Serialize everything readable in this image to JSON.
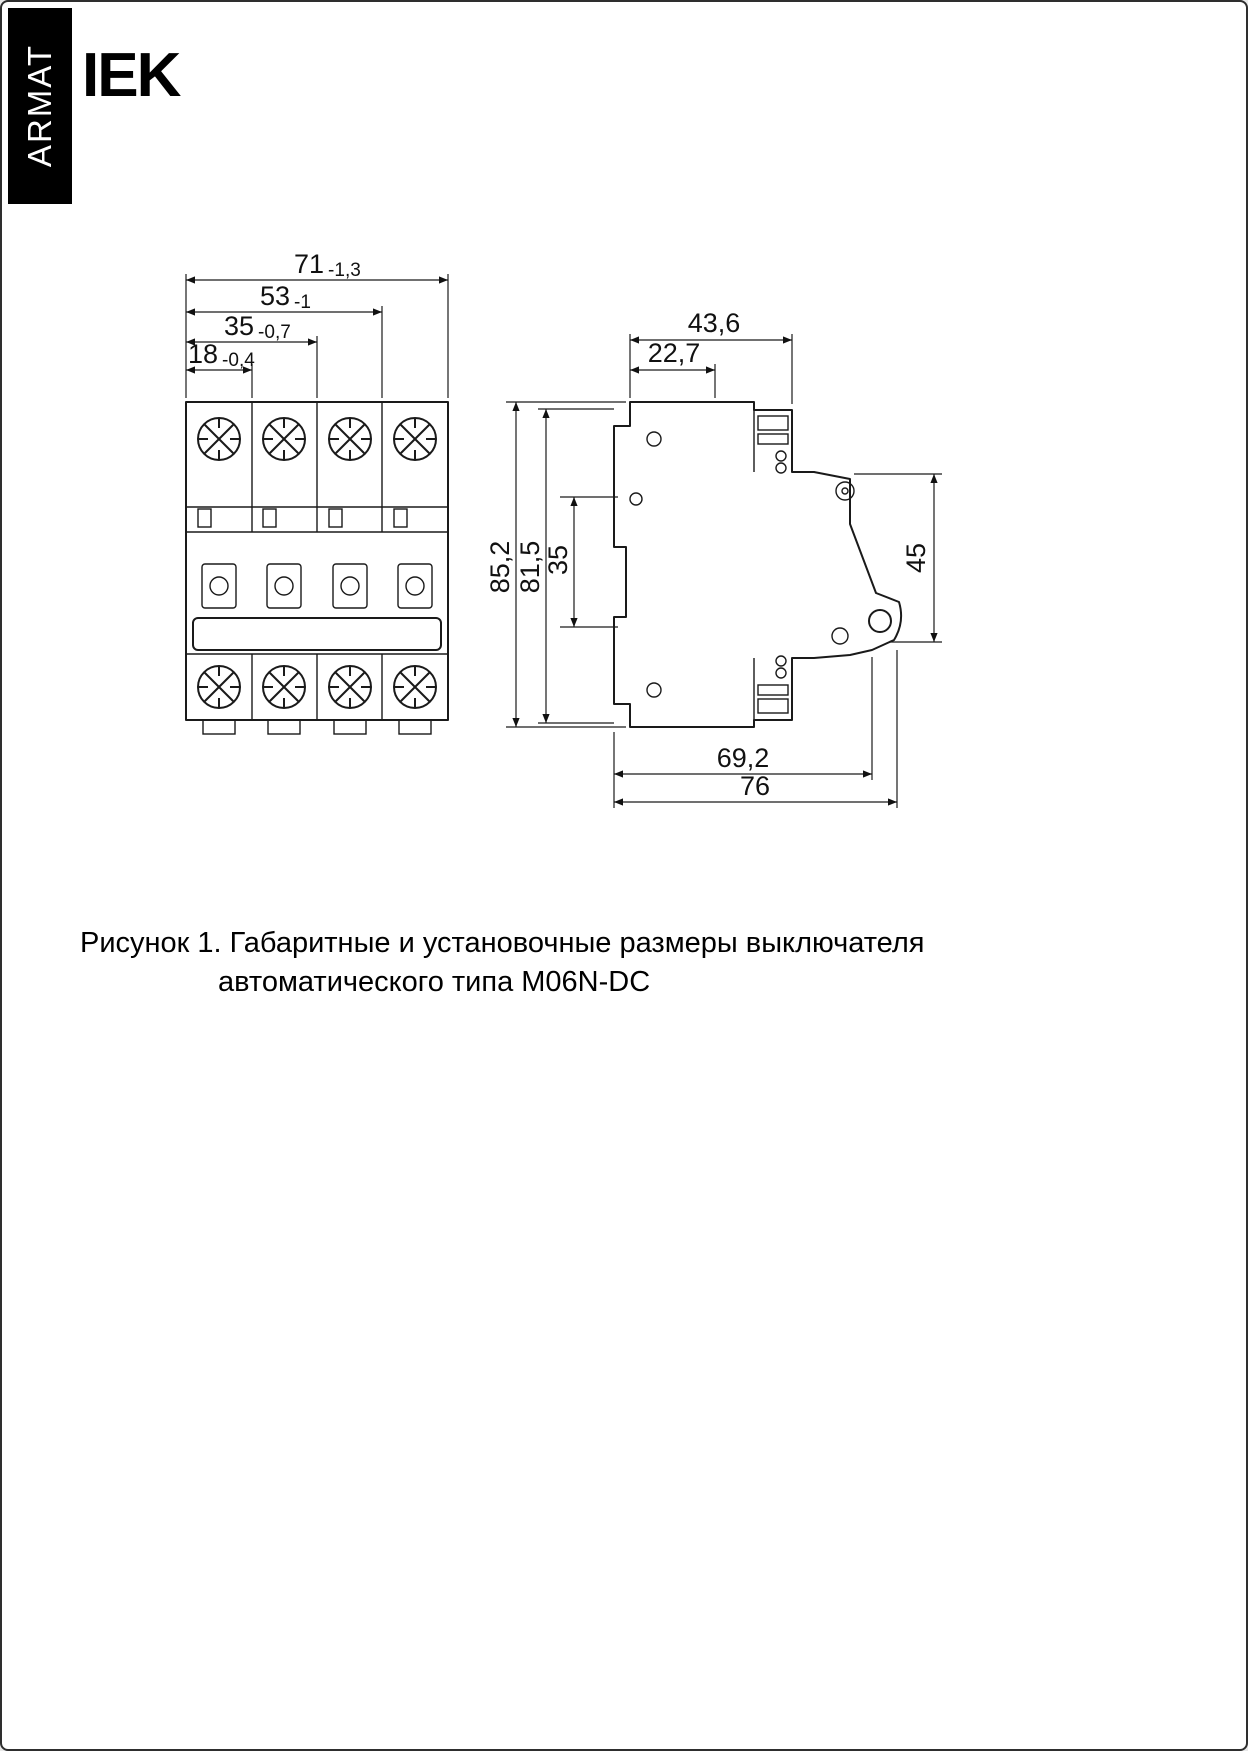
{
  "brand": {
    "vertical_text": "ARMAT",
    "logo_text": "IEK"
  },
  "figure": {
    "caption": {
      "line1": "Рисунок 1. Габаритные и установочные размеры выключателя",
      "line2": "автоматического типа M06N-DC"
    },
    "front_view": {
      "width_dims": [
        {
          "value": "71",
          "tolerance": "-1,3"
        },
        {
          "value": "53",
          "tolerance": "-1"
        },
        {
          "value": "35",
          "tolerance": "-0,7"
        },
        {
          "value": "18",
          "tolerance": "-0,4"
        }
      ]
    },
    "side_view": {
      "top_dims": {
        "outer": "43,6",
        "inner": "22,7"
      },
      "left_dims": {
        "overall": "85,2",
        "body": "81,5",
        "face": "35"
      },
      "right_dim": {
        "front_face": "45"
      },
      "bottom_dims": {
        "inner": "69,2",
        "outer": "76"
      }
    },
    "colors": {
      "line": "#1a1a1a",
      "background": "#ffffff",
      "banner": "#000000"
    }
  }
}
